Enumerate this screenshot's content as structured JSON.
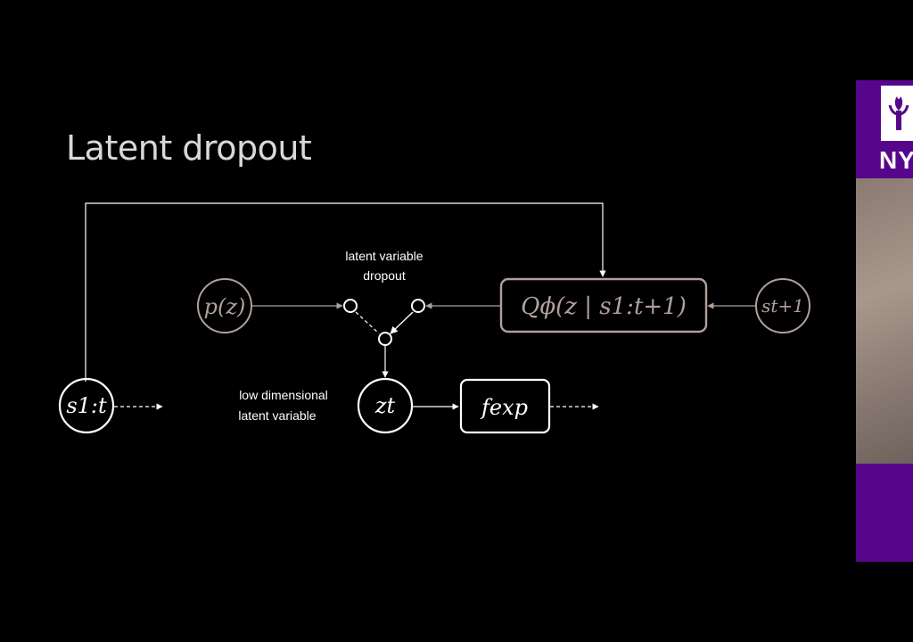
{
  "slide": {
    "title": "Latent dropout"
  },
  "diagram": {
    "nodes": {
      "prior": "p(z)",
      "posterior": "Qϕ(z | s1:t+1)",
      "next_state": "st+1",
      "history": "s1:t",
      "latent": "zt",
      "f_exp": "fexp"
    },
    "annotations": {
      "dropout_line1": "latent variable",
      "dropout_line2": "dropout",
      "latent_line1": "low dimensional",
      "latent_line2": "latent variable"
    }
  },
  "presenter": {
    "logo_text": "NY"
  },
  "colors": {
    "background": "#000000",
    "white_stroke": "#ffffff",
    "muted_stroke": "#b0a09b",
    "title_text": "#d9d9d9",
    "purple_panel": "#57068c"
  }
}
